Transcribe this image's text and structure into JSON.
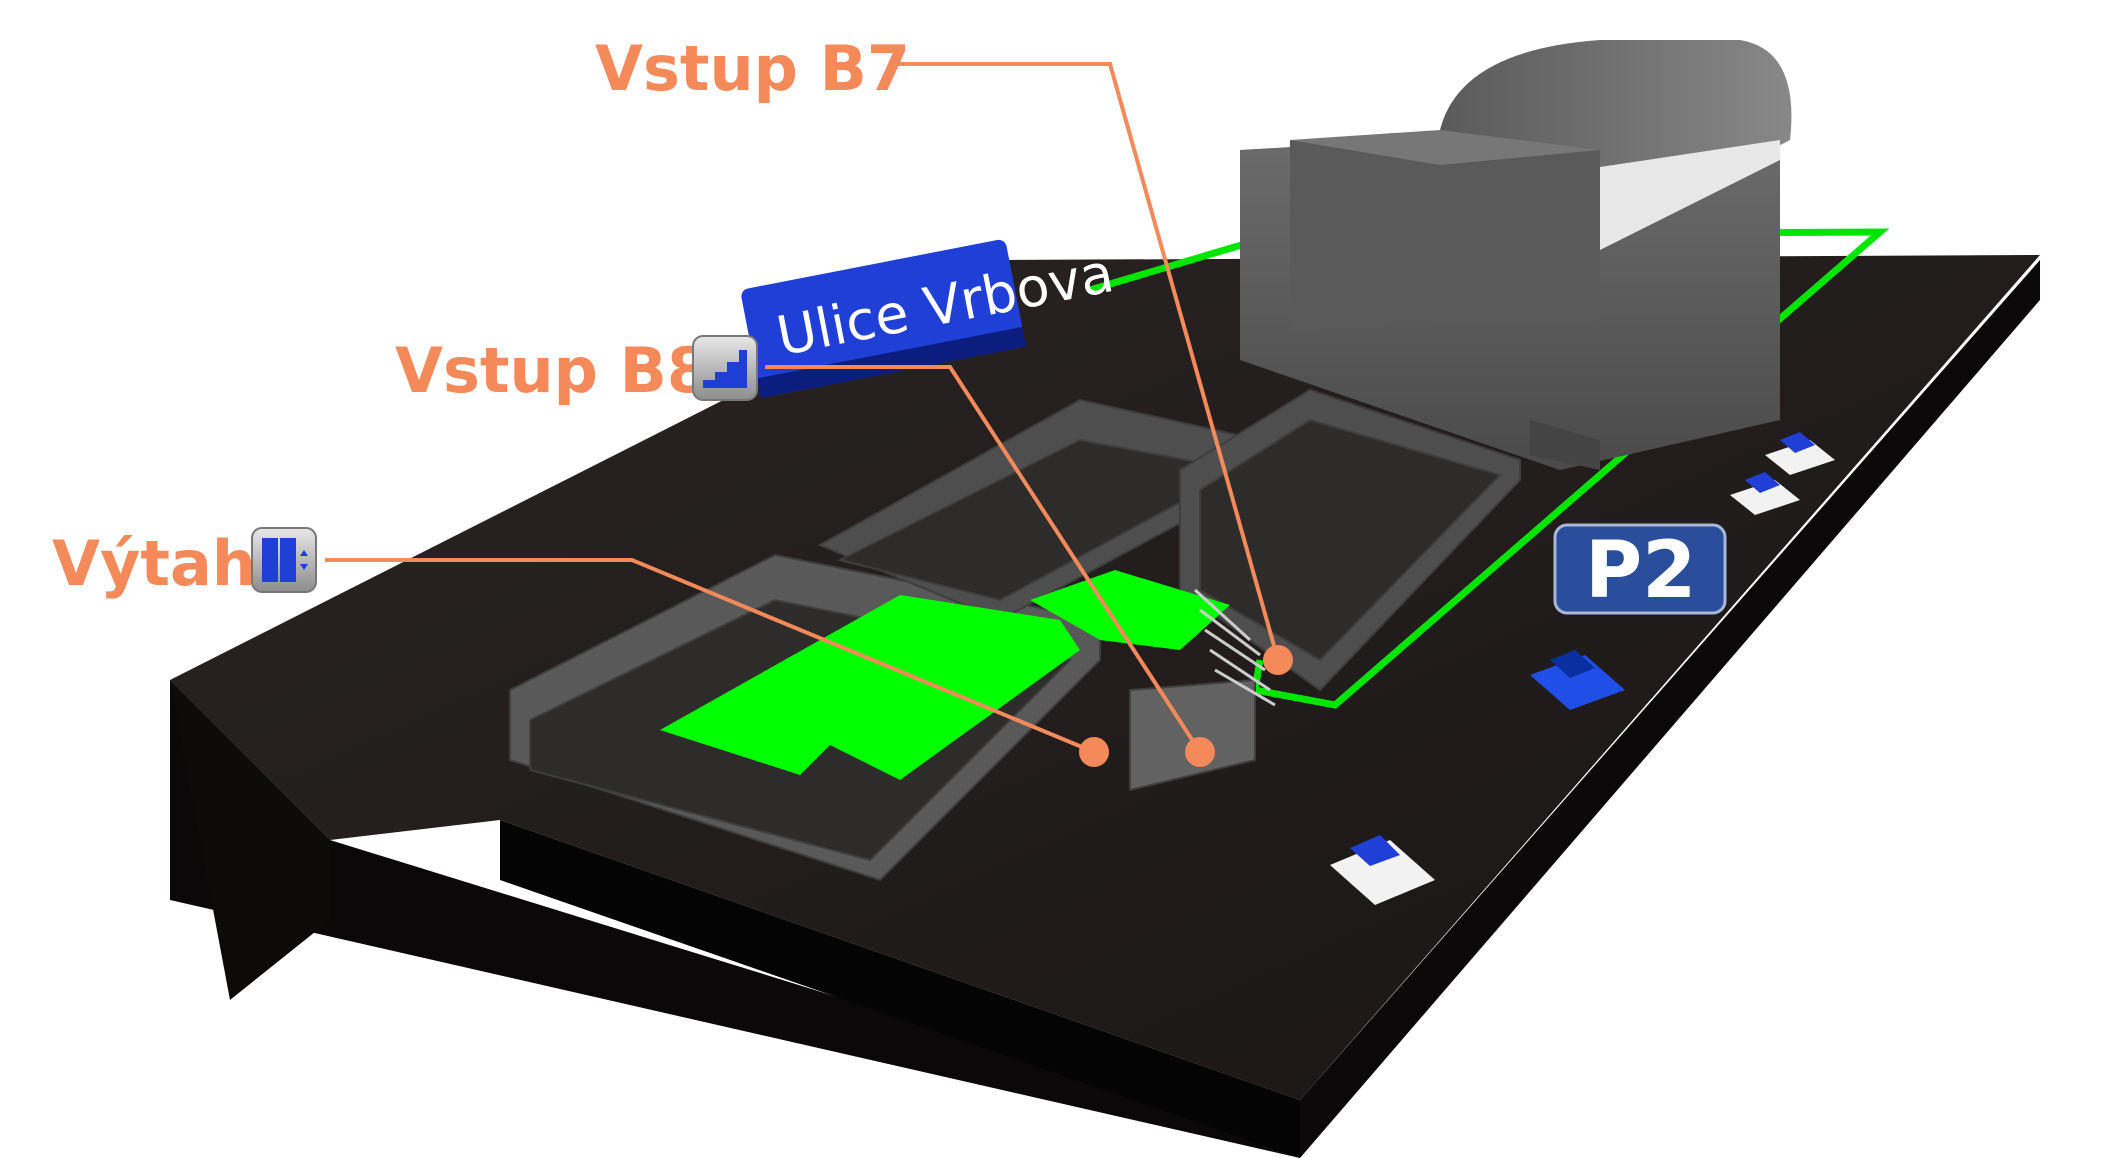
{
  "callouts": {
    "b7": {
      "label": "Vstup B7"
    },
    "b8": {
      "label": "Vstup B8",
      "icon": "stairs-icon"
    },
    "lift": {
      "label": "Výtah",
      "icon": "elevator-icon"
    }
  },
  "street_sign": {
    "label": "Ulice Vrbova"
  },
  "parking_sign": {
    "label": "P2"
  },
  "colors": {
    "accent": "#f4895a",
    "highlight": "#00ff00",
    "ground": "#1a1616",
    "walls": "#5a5a5a",
    "sign_blue": "#1f3fd6"
  }
}
